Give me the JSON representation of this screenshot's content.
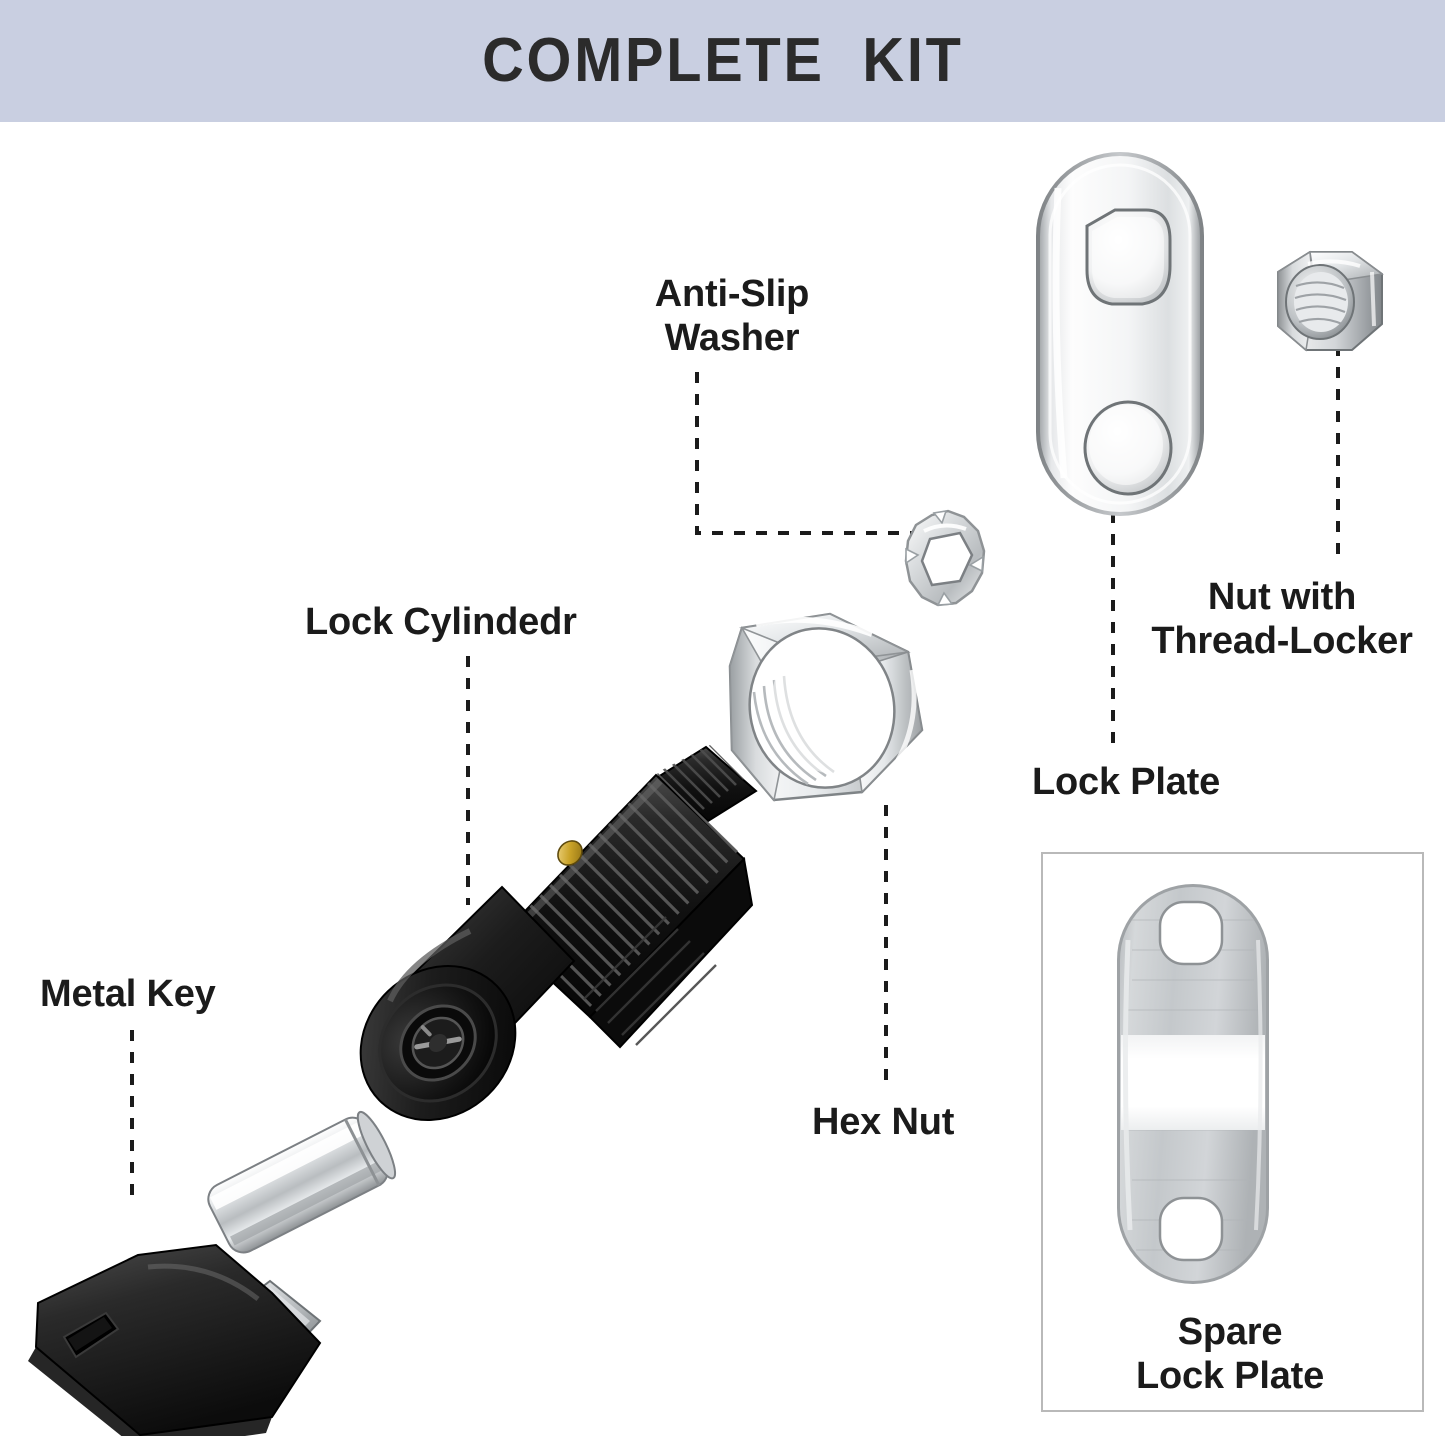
{
  "header": {
    "title": "COMPLETE  KIT",
    "background_color": "#c9cfe1",
    "text_color": "#2b2b2b"
  },
  "diagram": {
    "type": "exploded-parts-diagram",
    "subject": "tubular cam lock complete kit",
    "background_color": "#ffffff",
    "leader_line_style": "dashed",
    "leader_line_color": "#1b1b1b"
  },
  "labels": {
    "anti_slip_washer": "Anti-Slip\nWasher",
    "lock_cylinder": "Lock Cylindedr",
    "metal_key": "Metal Key",
    "hex_nut": "Hex Nut",
    "lock_plate": "Lock Plate",
    "nut_with_thread_locker": "Nut with\nThread-Locker",
    "spare_lock_plate": "Spare\nLock Plate"
  },
  "parts": [
    {
      "name": "Anti-Slip Washer",
      "finish": "chrome",
      "shape": "star-tooth-washer"
    },
    {
      "name": "Lock Cylindedr",
      "finish": "black",
      "shape": "threaded-barrel-with-keyway"
    },
    {
      "name": "Metal Key",
      "finish": "black-and-chrome",
      "shape": "tubular-key"
    },
    {
      "name": "Hex Nut",
      "finish": "chrome",
      "shape": "thin-hex-nut"
    },
    {
      "name": "Lock Plate",
      "finish": "chrome",
      "shape": "flat-two-hole-plate"
    },
    {
      "name": "Nut with Thread-Locker",
      "finish": "chrome",
      "shape": "nylon-insert-hex-nut"
    },
    {
      "name": "Spare Lock Plate",
      "finish": "brushed-steel",
      "shape": "flat-two-hole-plate"
    }
  ],
  "colors": {
    "header_band": "#c9cfe1",
    "text": "#1b1b1b",
    "box_border": "#b9b9b9",
    "chrome_light": "#fdfdfd",
    "chrome_mid": "#c9cccf",
    "chrome_dark": "#8d9194",
    "black_part": "#1a1a1a",
    "brass": "#c9a227"
  }
}
